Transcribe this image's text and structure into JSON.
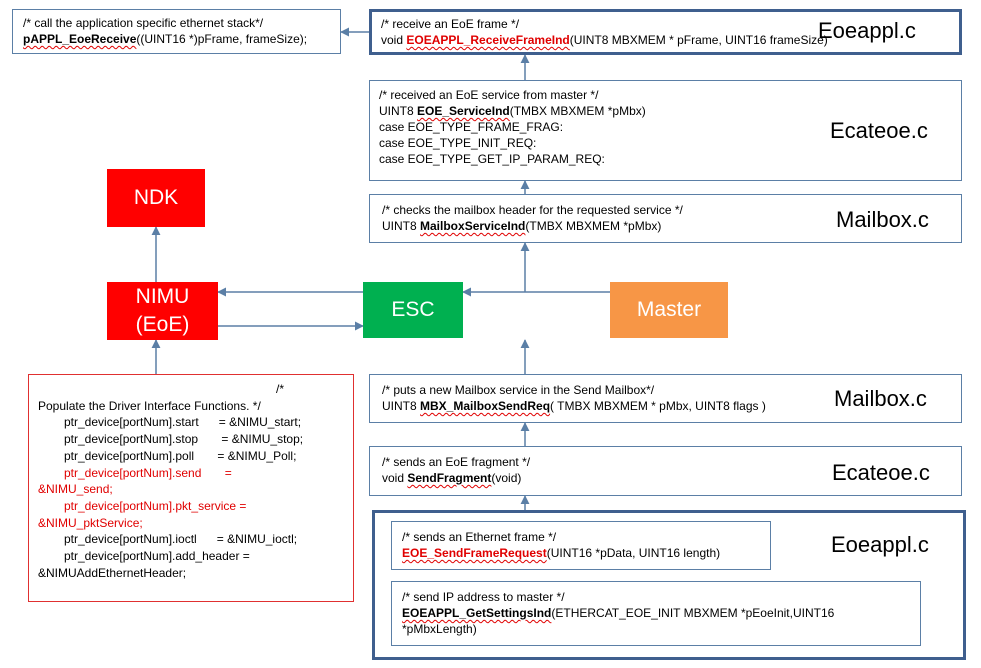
{
  "colors": {
    "ndk": "#ff0000",
    "nimu": "#ff0000",
    "esc": "#00b050",
    "master": "#f79646",
    "arrow": "#5b7fa6",
    "border": "#3f5f8e"
  },
  "nodes": {
    "ndk": "NDK",
    "nimu_line1": "NIMU",
    "nimu_line2": "(EoE)",
    "esc": "ESC",
    "master": "Master"
  },
  "pappl_box": {
    "comment": "/* call the application specific ethernet stack*/",
    "func": "pAPPL_EoeReceive",
    "args": "((UINT16 *)pFrame, frameSize);"
  },
  "receive_box": {
    "comment": "/* receive an EoE frame */",
    "prefix": "void ",
    "func": "EOEAPPL_ReceiveFrameInd",
    "args": "(UINT8 MBXMEM * pFrame, UINT16 frameSize)",
    "file": "Eoeappl.c"
  },
  "service_box": {
    "comment": "/* received an EoE service from master */",
    "prefix": "UINT8 ",
    "func": "EOE_ServiceInd",
    "args": "(TMBX MBXMEM *pMbx)",
    "case1": "case EOE_TYPE_FRAME_FRAG:",
    "case2": "case EOE_TYPE_INIT_REQ:",
    "case3": "case EOE_TYPE_GET_IP_PARAM_REQ:",
    "file": "Ecateoe.c"
  },
  "mailbox_ind_box": {
    "comment": "/* checks the mailbox header for the requested service */",
    "prefix": "UINT8 ",
    "func": "MailboxServiceInd",
    "args": "(TMBX MBXMEM *pMbx)",
    "file": "Mailbox.c"
  },
  "mailbox_send_box": {
    "comment": "/* puts a new Mailbox service in the Send Mailbox*/",
    "prefix": "UINT8 ",
    "func": "MBX_MailboxSendReq",
    "args": "( TMBX MBXMEM * pMbx, UINT8 flags )",
    "file": "Mailbox.c"
  },
  "fragment_box": {
    "comment": "/* sends an EoE fragment */",
    "prefix": "void ",
    "func": "SendFragment",
    "args": "(void)",
    "file": "Ecateoe.c"
  },
  "eoeappl_bottom": {
    "file": "Eoeappl.c",
    "send_frame": {
      "comment": "/* sends an Ethernet frame */",
      "func": "EOE_SendFrameRequest",
      "args": "(UINT16 *pData, UINT16 length)"
    },
    "settings": {
      "comment": "/* send IP address to master */",
      "func": "EOEAPPL_GetSettingsInd",
      "args": "(ETHERCAT_EOE_INIT MBXMEM *pEoeInit,UINT16",
      "args2": "*pMbxLength)"
    }
  },
  "driver_box": {
    "l1": "/*",
    "l2": "Populate the Driver Interface Functions. */",
    "l3": "ptr_device[portNum].start      = &NIMU_start;",
    "l4": "ptr_device[portNum].stop       = &NIMU_stop;",
    "l5": "ptr_device[portNum].poll       = &NIMU_Poll;",
    "l6": "ptr_device[portNum].send       =",
    "l7": "&NIMU_send;",
    "l8": "ptr_device[portNum].pkt_service =",
    "l9": "&NIMU_pktService;",
    "l10": "ptr_device[portNum].ioctl      = &NIMU_ioctl;",
    "l11": "ptr_device[portNum].add_header =",
    "l12": "&NIMUAddEthernetHeader;"
  }
}
